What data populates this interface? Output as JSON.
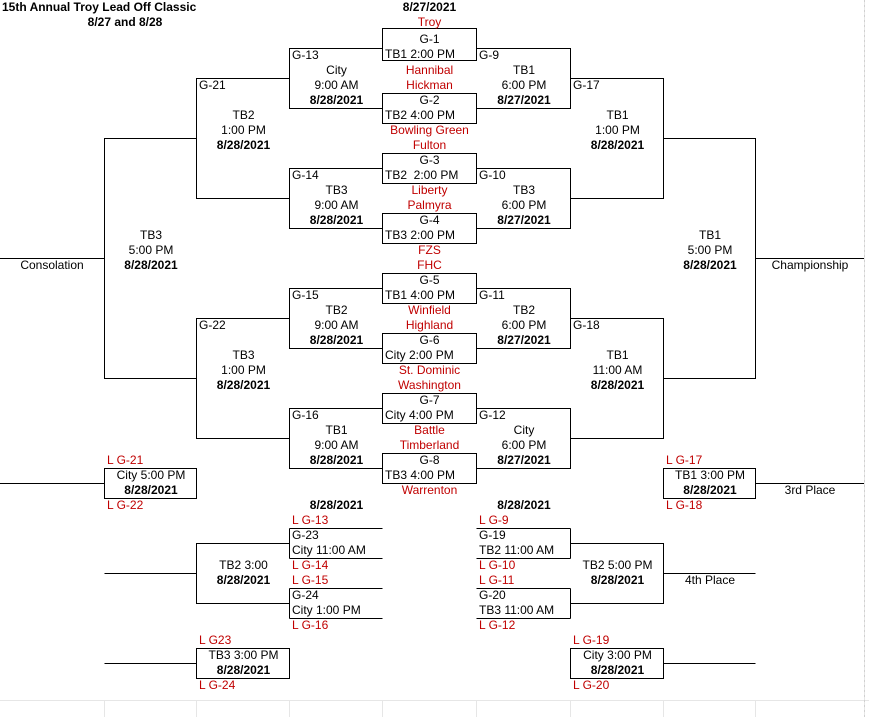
{
  "header": {
    "title": "15th Annual Troy Lead Off Classic",
    "dates": "8/27 and 8/28",
    "top_date": "8/27/2021"
  },
  "teams": {
    "t1": "Troy",
    "t2": "Hannibal",
    "t3": "Hickman",
    "t4": "Bowling Green",
    "t5": "Fulton",
    "t6": "Liberty",
    "t7": "Palmyra",
    "t8": "FZS",
    "t9": "FHC",
    "t10": "Winfield",
    "t11": "Highland",
    "t12": "St. Dominic",
    "t13": "Washington",
    "t14": "Battle",
    "t15": "Timberland",
    "t16": "Warrenton"
  },
  "first_round": [
    {
      "game": "G-1",
      "slot": "TB1 2:00 PM"
    },
    {
      "game": "G-2",
      "slot": "TB2 4:00 PM"
    },
    {
      "game": "G-3",
      "slot": "TB2  2:00 PM"
    },
    {
      "game": "G-4",
      "slot": "TB3 2:00 PM"
    },
    {
      "game": "G-5",
      "slot": "TB1 4:00 PM"
    },
    {
      "game": "G-6",
      "slot": "City 2:00 PM"
    },
    {
      "game": "G-7",
      "slot": "City 4:00 PM"
    },
    {
      "game": "G-8",
      "slot": "TB3 4:00 PM"
    }
  ],
  "left_round2": [
    {
      "game": "G-13",
      "field": "City",
      "time": "9:00 AM",
      "date": "8/28/2021"
    },
    {
      "game": "G-14",
      "field": "TB3",
      "time": "9:00 AM",
      "date": "8/28/2021"
    },
    {
      "game": "G-15",
      "field": "TB2",
      "time": "9:00 AM",
      "date": "8/28/2021"
    },
    {
      "game": "G-16",
      "field": "TB1",
      "time": "9:00 AM",
      "date": "8/28/2021"
    }
  ],
  "right_round2": [
    {
      "game": "G-9",
      "field": "TB1",
      "time": "6:00 PM",
      "date": "8/27/2021"
    },
    {
      "game": "G-10",
      "field": "TB3",
      "time": "6:00 PM",
      "date": "8/27/2021"
    },
    {
      "game": "G-11",
      "field": "TB2",
      "time": "6:00 PM",
      "date": "8/27/2021"
    },
    {
      "game": "G-12",
      "field": "City",
      "time": "6:00 PM",
      "date": "8/27/2021"
    }
  ],
  "left_round3": [
    {
      "game": "G-21",
      "field": "TB2",
      "time": "1:00 PM",
      "date": "8/28/2021"
    },
    {
      "game": "G-22",
      "field": "TB3",
      "time": "1:00 PM",
      "date": "8/28/2021"
    }
  ],
  "right_round3": [
    {
      "game": "G-17",
      "field": "TB1",
      "time": "1:00 PM",
      "date": "8/28/2021"
    },
    {
      "game": "G-18",
      "field": "TB1",
      "time": "11:00 AM",
      "date": "8/28/2021"
    }
  ],
  "left_final": {
    "field": "TB3",
    "time": "5:00 PM",
    "date": "8/28/2021",
    "label": "Consolation"
  },
  "right_final": {
    "field": "TB1",
    "time": "5:00 PM",
    "date": "8/28/2021",
    "label": "Championship"
  },
  "third_place": {
    "left": {
      "top": "L G-21",
      "slot": "City 5:00 PM",
      "date": "8/28/2021",
      "bottom": "L G-22"
    },
    "right": {
      "top": "L G-17",
      "slot": "TB1 3:00 PM",
      "date": "8/28/2021",
      "bottom": "L G-18"
    },
    "label": "3rd Place"
  },
  "lower": {
    "left_date": "8/28/2021",
    "right_date": "8/28/2021",
    "g23": {
      "top": "L G-13",
      "game": "G-23",
      "slot": "City 11:00 AM",
      "bottom": "L G-14"
    },
    "g24": {
      "top": "L G-15",
      "game": "G-24",
      "slot": "City 1:00 PM",
      "bottom": "L G-16"
    },
    "g19": {
      "top": "L G-9",
      "game": "G-19",
      "slot": "TB2 11:00 AM",
      "bottom": "L G-10"
    },
    "g20": {
      "top": "L G-11",
      "game": "G-20",
      "slot": "TB3 11:00 AM",
      "bottom": "L G-12"
    },
    "left_mid": {
      "slot": "TB2 3:00",
      "date": "8/28/2021"
    },
    "right_mid": {
      "slot": "TB2 5:00 PM",
      "date": "8/28/2021"
    },
    "fourth_label": "4th Place",
    "left_bottom": {
      "top": "L G23",
      "slot": "TB3 3:00 PM",
      "date": "8/28/2021",
      "bottom": "L G-24"
    },
    "right_bottom": {
      "top": "L G-19",
      "slot": "City 3:00 PM",
      "date": "8/28/2021",
      "bottom": "L G-20"
    }
  }
}
